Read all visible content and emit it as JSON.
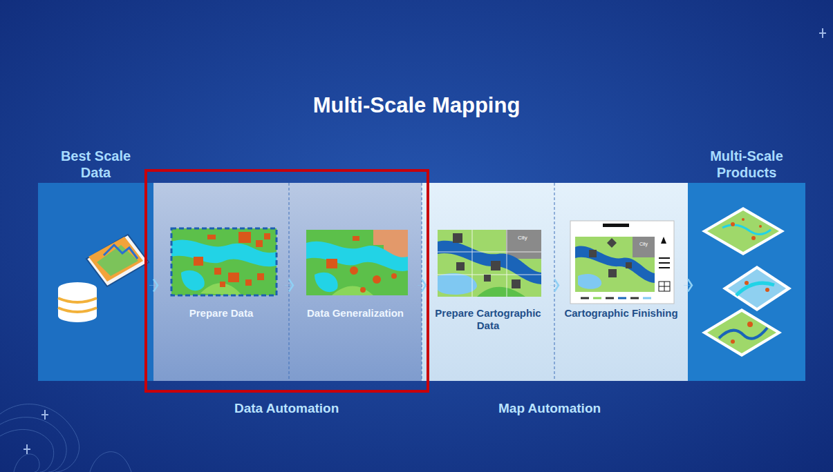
{
  "diagram": {
    "title": "Multi-Scale Mapping",
    "nodes": [
      {
        "text": [
          "Best Scale Data"
        ]
      },
      {
        "text": [
          "Prepare Data"
        ]
      },
      {
        "text": [
          "Data Generalization"
        ]
      },
      {
        "text": [
          "Prepare Cartographic Data"
        ]
      },
      {
        "text": [
          "Cartographic Finishing"
        ]
      },
      {
        "text": [
          "Multi-Scale Products"
        ]
      }
    ],
    "edges": [
      {
        "from": 0,
        "to": 1,
        "arrow": "to"
      },
      {
        "from": 1,
        "to": 2,
        "arrow": "to"
      },
      {
        "from": 2,
        "to": 3,
        "arrow": "to"
      },
      {
        "from": 3,
        "to": 4,
        "arrow": "to"
      },
      {
        "from": 4,
        "to": 5,
        "arrow": "to"
      }
    ],
    "labels": [
      "City",
      "City",
      "Data Automation",
      "Map Automation"
    ]
  }
}
